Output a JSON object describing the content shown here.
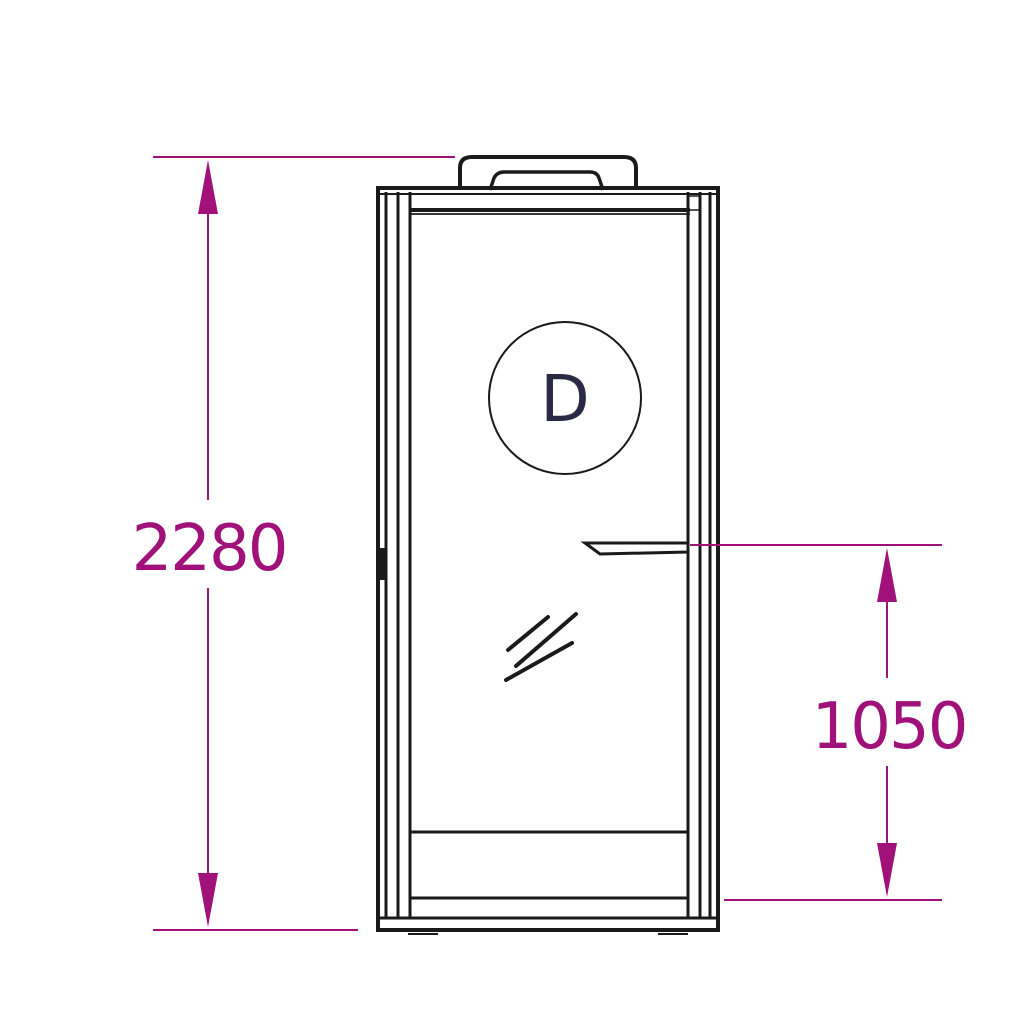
{
  "colors": {
    "dimension": "#a0127a",
    "outline": "#1a1a1a",
    "badge_text": "#2a2a45",
    "background": "#ffffff"
  },
  "drawing": {
    "subject": "booth-front-elevation",
    "badge_letter": "D",
    "dimensions": {
      "overall_height": "2280",
      "shelf_height": "1050"
    }
  }
}
